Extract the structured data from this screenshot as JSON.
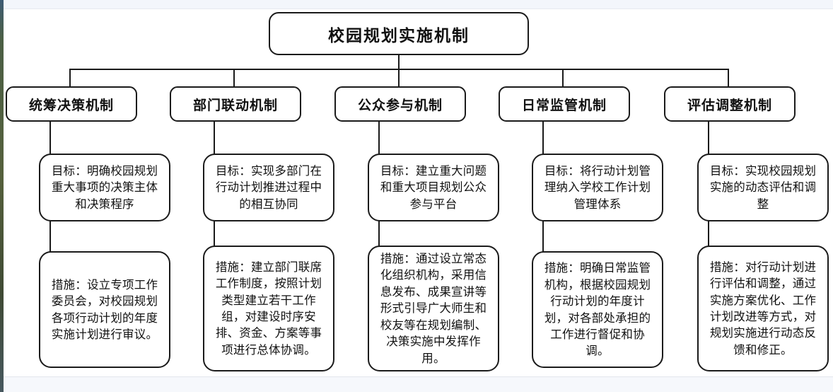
{
  "diagram": {
    "type": "organizational-tree",
    "title": "校园规划实施机制",
    "root": {
      "label": "校园规划实施机制"
    },
    "branches": [
      {
        "id": "tongchou",
        "category": "统筹决策机制",
        "goal": "目标：明确校园规划重大事项的决策主体和决策程序",
        "measure": "措施：设立专项工作委员会，对校园规划各项行动计划的年度实施计划进行审议。"
      },
      {
        "id": "bumen",
        "category": "部门联动机制",
        "goal": "目标：实现多部门在行动计划推进过程中的相互协同",
        "measure": "措施：建立部门联席工作制度，按照计划类型建立若干工作组，对建设时序安排、资金、方案等事项进行总体协调。"
      },
      {
        "id": "gongzhong",
        "category": "公众参与机制",
        "goal": "目标：建立重大问题和重大项目规划公众参与平台",
        "measure": "措施：通过设立常态化组织机构，采用信息发布、成果宣讲等形式引导广大师生和校友等在规划编制、决策实施中发挥作用。"
      },
      {
        "id": "richang",
        "category": "日常监管机制",
        "goal": "目标：将行动计划管理纳入学校工作计划管理体系",
        "measure": "措施：明确日常监管机构，根据校园规划行动计划的年度计划，对各部处承担的工作进行督促和协调。"
      },
      {
        "id": "pinggu",
        "category": "评估调整机制",
        "goal": "目标：实现校园规划实施的动态评估和调整",
        "measure": "措施：对行动计划进行评估和调整，通过实施方案优化、工作计划改进等方式，对规划实施进行动态反馈和修正。"
      }
    ],
    "colors": {
      "node_border": "#1b1b1b",
      "node_fill": "#ffffff",
      "connector": "#1b1b1b",
      "text": "#111111",
      "page_background": "#ffffff",
      "chrome_background": "#f3f6fb"
    }
  }
}
